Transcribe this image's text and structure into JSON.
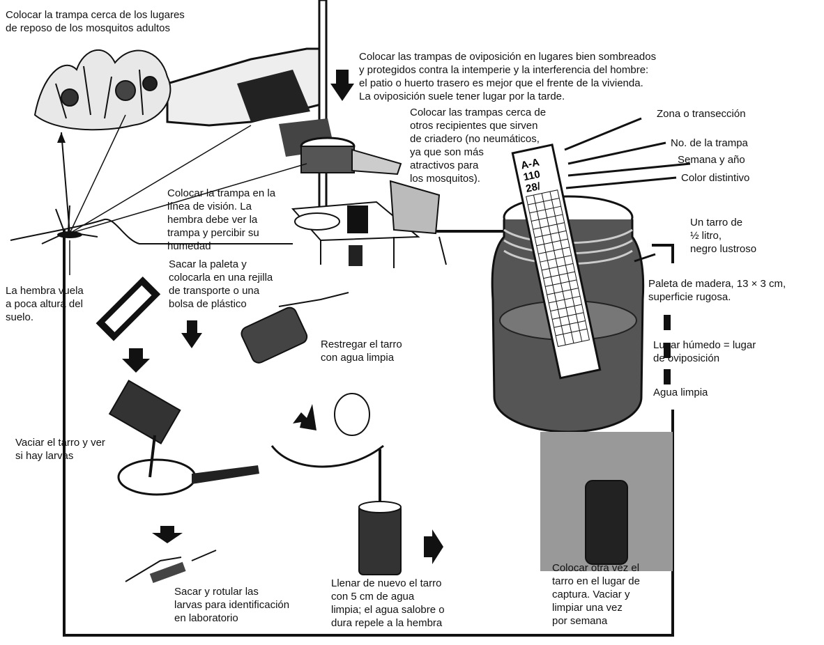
{
  "labels": {
    "resting_sites": "Colocar la trampa cerca de los lugares\nde reposo de los mosquitos adultos",
    "shaded_places": "Colocar las trampas de oviposición en lugares bien sombreados\ny protegidos contra la intemperie y la interferencia del hombre:\nel patio o huerto trasero es mejor que el frente de la vivienda.\nLa oviposición suele tener lugar por la tarde.",
    "near_containers": "Colocar las trampas cerca de\notros recipientes que sirven\nde criadero (no neumáticos,\nya que son más\natractivos para\nlos mosquitos).",
    "zone": "Zona o transección",
    "trap_no": "No. de la trampa",
    "week_year": "Semana y año",
    "color": "Color distintivo",
    "jar": "Un tarro de\n½ litro,\nnegro lustroso",
    "line_of_sight": "Colocar la trampa en la\nlínea de visión. La\nhembra debe ver la\ntrampa y percibir su\nhumedad",
    "female_flies": "La hembra vuela\na poca  altura del\nsuelo.",
    "remove_paddle": "Sacar la paleta y\ncolocarla en una rejilla\nde transporte o una\nbolsa de plástico",
    "paddle": "Paleta de madera, 13 × 3 cm,\nsuperficie rugosa.",
    "scrub": "Restregar el tarro\ncon agua limpia",
    "humid": "Lugar húmedo = lugar\nde oviposición",
    "clean_water": "Agua limpia",
    "empty_jar": "Vaciar el tarro y ver\nsi hay larvas",
    "refill": "Llenar de nuevo el tarro\ncon 5 cm de agua\nlimpia; el agua salobre o\ndura repele a la hembra",
    "replace": "Colocar otra vez el\ntarro en el lugar de\ncaptura. Vaciar y\nlimpiar una vez\npor semana",
    "label_larvae": "Sacar y rotular las\nlarvas para identificación\nen laboratorio"
  },
  "paddle_marks": [
    "A-A",
    "110",
    "28/"
  ]
}
